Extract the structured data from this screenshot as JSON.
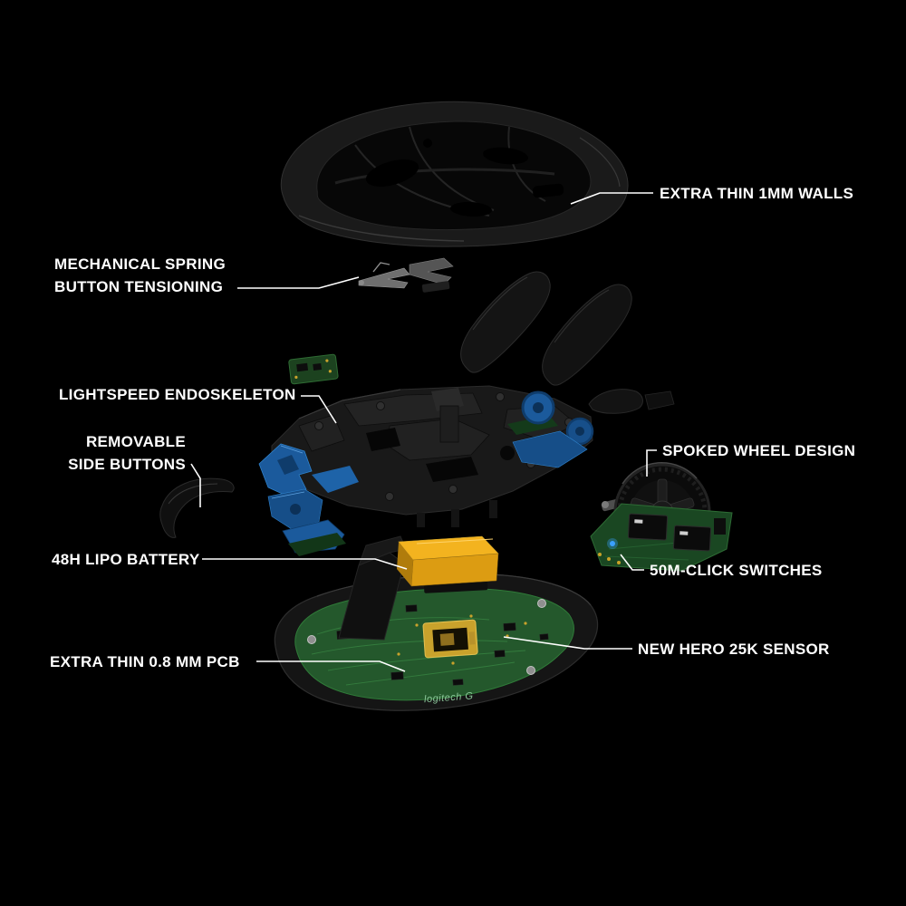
{
  "page": {
    "background_color": "#000000",
    "label_text_color": "#ffffff"
  },
  "diagram": {
    "subject": "Exploded view of a wireless gaming mouse",
    "labels": [
      {
        "id": "extra-thin-walls",
        "text": "EXTRA THIN 1MM WALLS",
        "side": "right"
      },
      {
        "id": "mechanical-spring-button-tensioning",
        "line1": "MECHANICAL SPRING",
        "line2": "BUTTON TENSIONING",
        "side": "left"
      },
      {
        "id": "lightspeed-endoskeleton",
        "text": "LIGHTSPEED ENDOSKELETON",
        "side": "left"
      },
      {
        "id": "removable-side-buttons",
        "line1": "REMOVABLE",
        "line2": "SIDE BUTTONS",
        "side": "left"
      },
      {
        "id": "spoked-wheel-design",
        "text": "SPOKED WHEEL DESIGN",
        "side": "right"
      },
      {
        "id": "48h-lipo-battery",
        "text": "48H LIPO BATTERY",
        "side": "left"
      },
      {
        "id": "50m-click-switches",
        "text": "50M-CLICK SWITCHES",
        "side": "right"
      },
      {
        "id": "extra-thin-pcb",
        "text": "EXTRA THIN 0.8 MM PCB",
        "side": "left"
      },
      {
        "id": "new-hero-25k-sensor",
        "text": "NEW HERO 25K SENSOR",
        "side": "right"
      }
    ],
    "artwork": {
      "pcb_logo": "logitech G",
      "colors": {
        "shell_dark": "#1a1a1a",
        "side_button_blue": "#1b5a9c",
        "battery_yellow": "#f3b31f",
        "pcb_green": "#24582c",
        "sensor_gold": "#c9a22c",
        "leader_line": "#ffffff"
      }
    }
  }
}
